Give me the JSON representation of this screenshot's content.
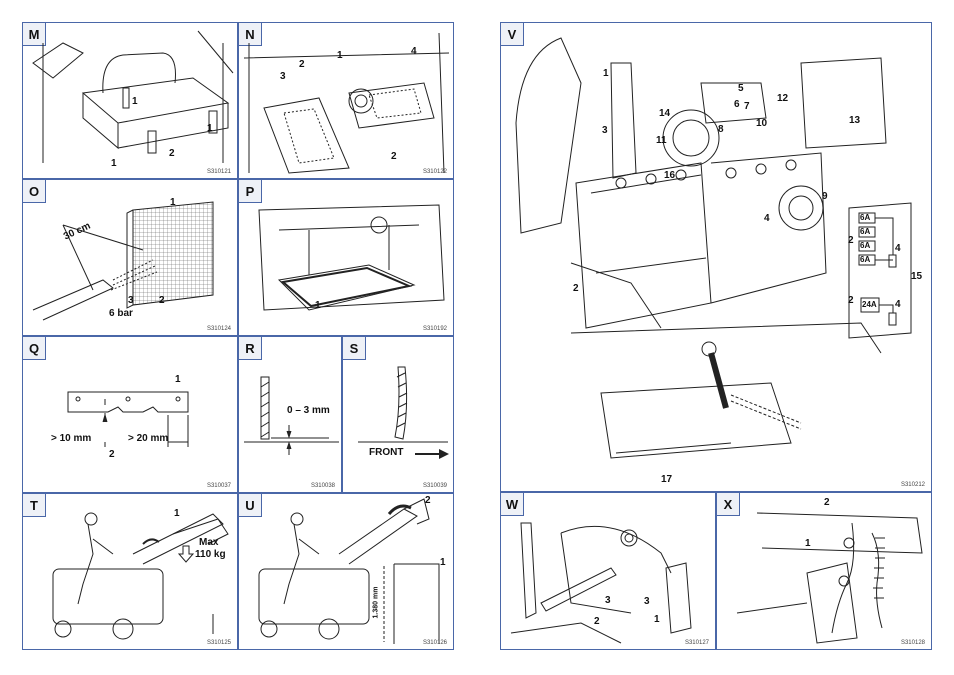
{
  "panels": {
    "M": {
      "letter": "M",
      "code": "S310121",
      "labels": {
        "a": "1",
        "b": "1",
        "c": "1",
        "d": "2"
      }
    },
    "N": {
      "letter": "N",
      "code": "S310122",
      "labels": {
        "a": "1",
        "b": "2",
        "c": "3",
        "d": "4",
        "e": "2"
      }
    },
    "O": {
      "letter": "O",
      "code": "S310124",
      "labels": {
        "dist": "30 cm",
        "one": "1",
        "two": "2",
        "three": "3",
        "bar": "6 bar"
      }
    },
    "P": {
      "letter": "P",
      "code": "S310192",
      "labels": {
        "one": "1"
      }
    },
    "Q": {
      "letter": "Q",
      "code": "S310037",
      "labels": {
        "one": "1",
        "gt10": "> 10 mm",
        "gt20": "> 20 mm",
        "two": "2"
      }
    },
    "R": {
      "letter": "R",
      "code": "S310038",
      "labels": {
        "gap": "0 – 3 mm"
      }
    },
    "S": {
      "letter": "S",
      "code": "S310039",
      "labels": {
        "front": "FRONT"
      }
    },
    "T": {
      "letter": "T",
      "code": "S310125",
      "labels": {
        "one": "1",
        "max": "Max",
        "kg": "110 kg"
      }
    },
    "U": {
      "letter": "U",
      "code": "S310126",
      "labels": {
        "one": "1",
        "two": "2",
        "height": "1.380 mm"
      }
    },
    "V": {
      "letter": "V",
      "code": "S310212",
      "labels": {
        "n1": "1",
        "n2": "2",
        "n3": "3",
        "n4": "4",
        "n5": "5",
        "n6": "6",
        "n7": "7",
        "n8": "8",
        "n9": "9",
        "n10": "10",
        "n11": "11",
        "n12": "12",
        "n13": "13",
        "n14": "14",
        "n15": "15",
        "n16": "16",
        "n17": "17",
        "f1": "6A",
        "f2": "6A",
        "f3": "6A",
        "f4": "6A",
        "f24": "24A",
        "s2a": "2",
        "s4a": "4",
        "s2b": "2",
        "s4b": "4"
      }
    },
    "W": {
      "letter": "W",
      "code": "S310127",
      "labels": {
        "one": "1",
        "two": "2",
        "three_a": "3",
        "three_b": "3"
      }
    },
    "X": {
      "letter": "X",
      "code": "S310128",
      "labels": {
        "one": "1",
        "two": "2"
      }
    }
  }
}
